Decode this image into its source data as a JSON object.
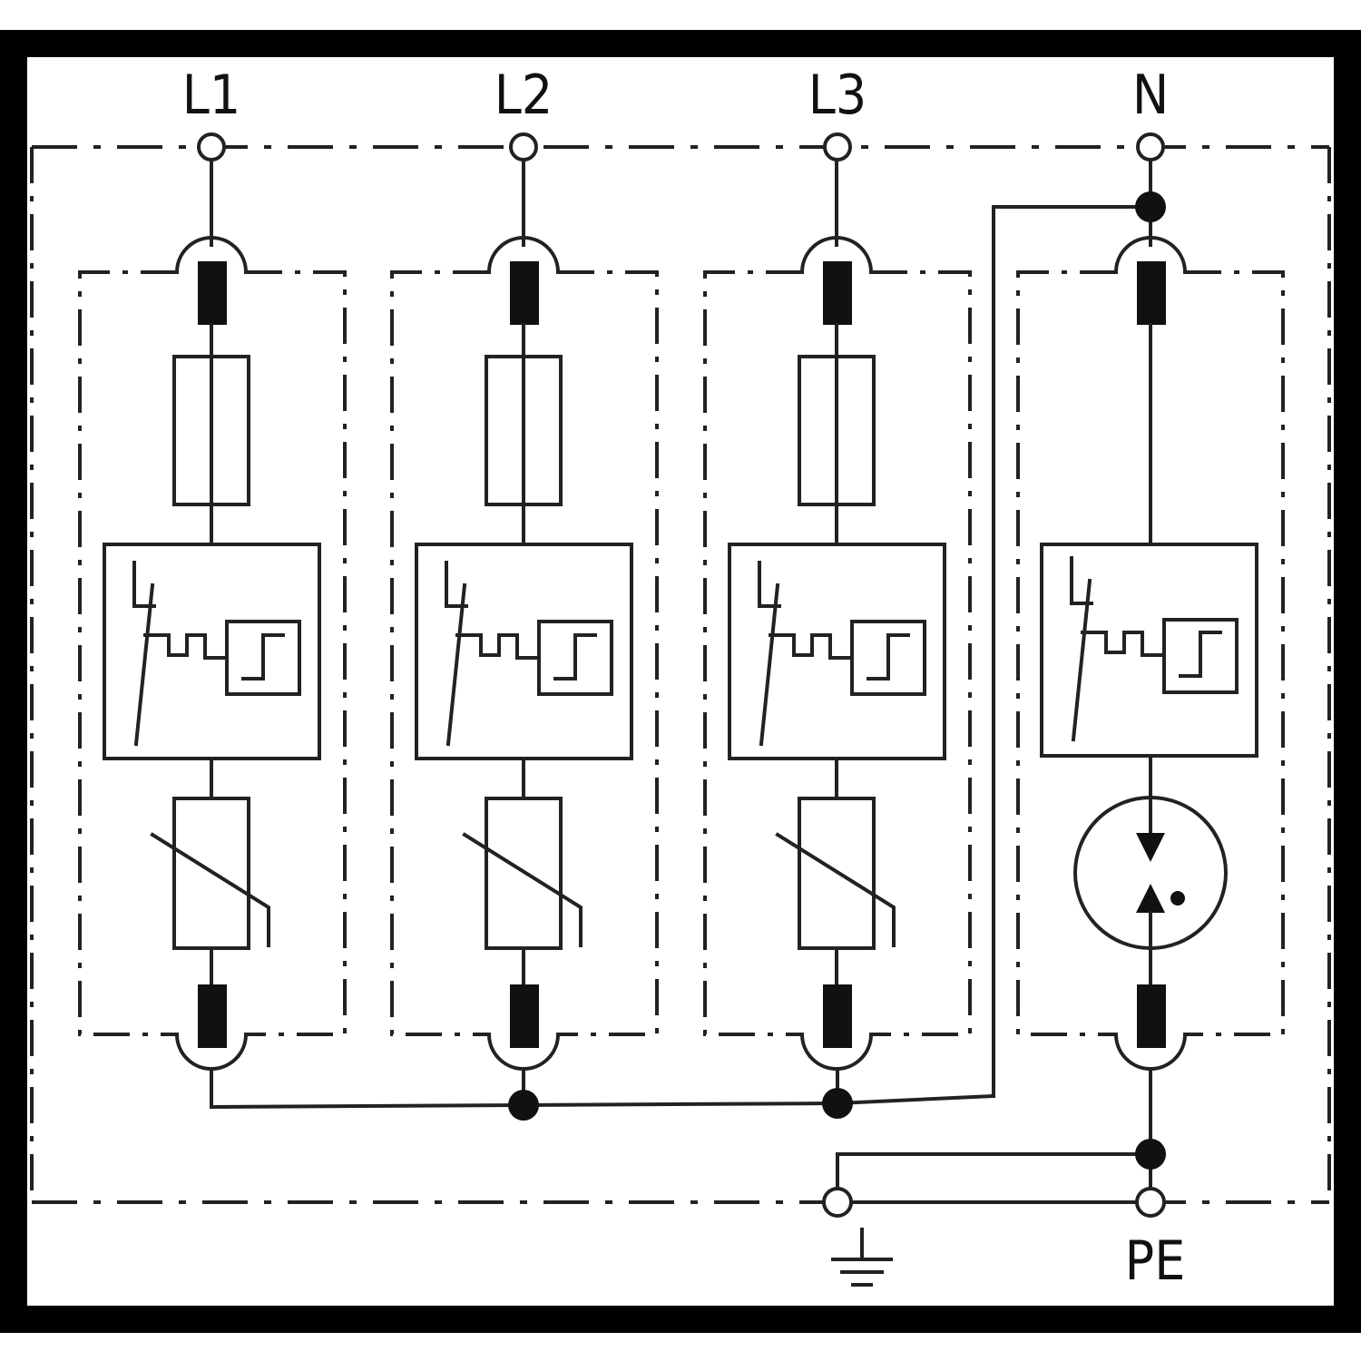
{
  "diagram": {
    "terminals_top": [
      "L1",
      "L2",
      "L3",
      "N"
    ],
    "terminal_bottom_earth": "earth-symbol",
    "terminal_bottom_pe": "PE",
    "modules": [
      {
        "line": "L1",
        "components": [
          "fuse",
          "disconnector-thermal",
          "varistor"
        ]
      },
      {
        "line": "L2",
        "components": [
          "fuse",
          "disconnector-thermal",
          "varistor"
        ]
      },
      {
        "line": "L3",
        "components": [
          "fuse",
          "disconnector-thermal",
          "varistor"
        ]
      },
      {
        "line": "N",
        "components": [
          "disconnector-thermal",
          "spark-gap"
        ]
      }
    ],
    "colors": {
      "line": "#222222",
      "background": "#ffffff",
      "frame": "#000000"
    }
  }
}
